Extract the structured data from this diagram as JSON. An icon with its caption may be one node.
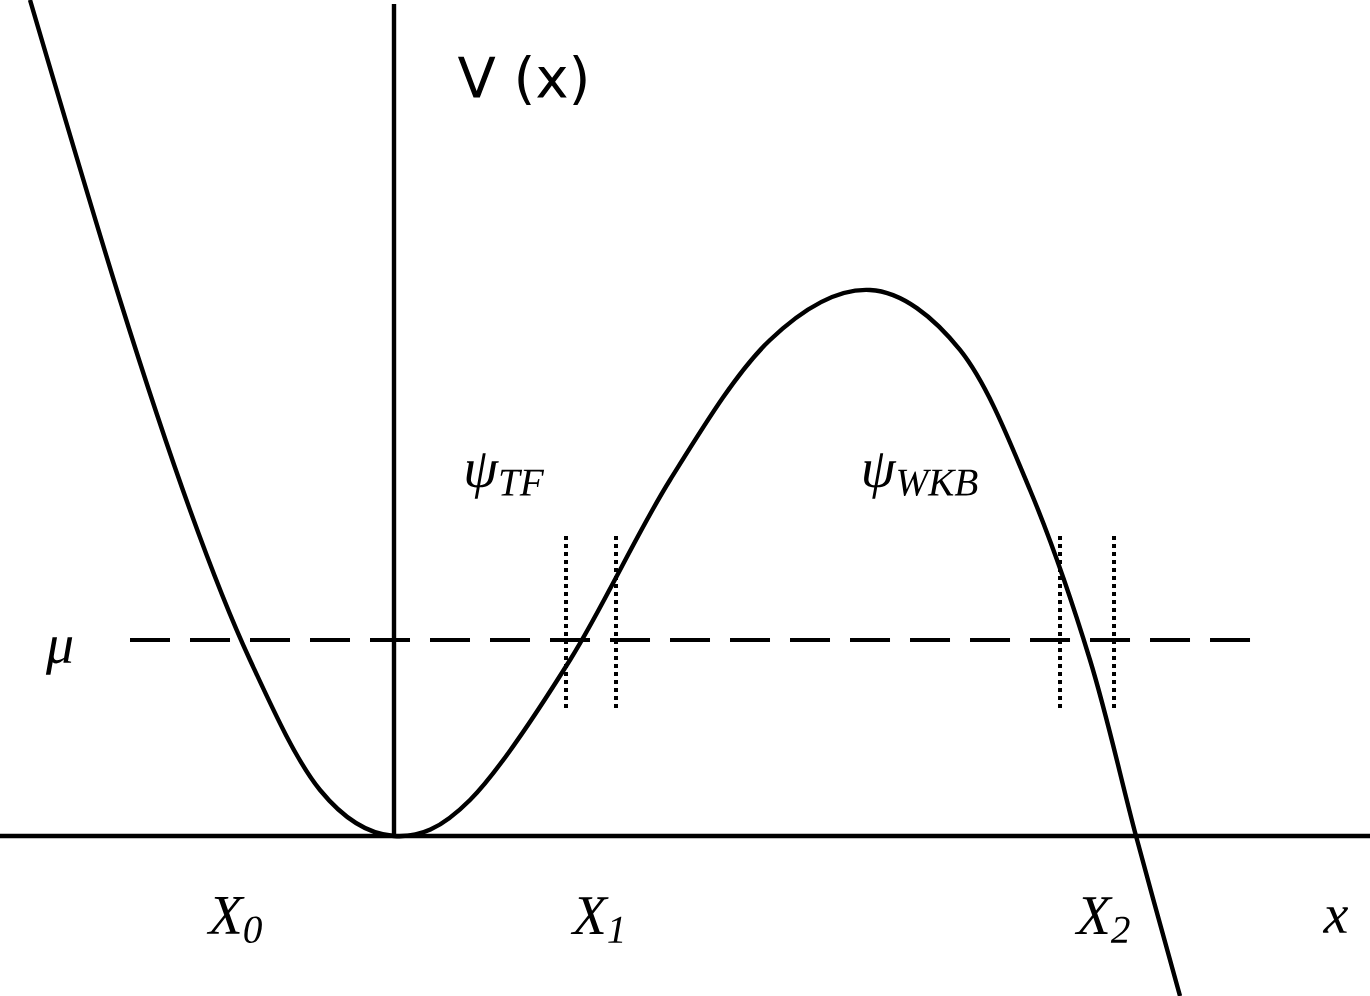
{
  "diagram": {
    "labels": [
      "V (x)",
      "μ",
      "ψ$_{TF}$",
      "ψ$_{WKB}$",
      "X$_{0}$",
      "X$_{1}$",
      "X$_{2}$",
      "x"
    ]
  }
}
